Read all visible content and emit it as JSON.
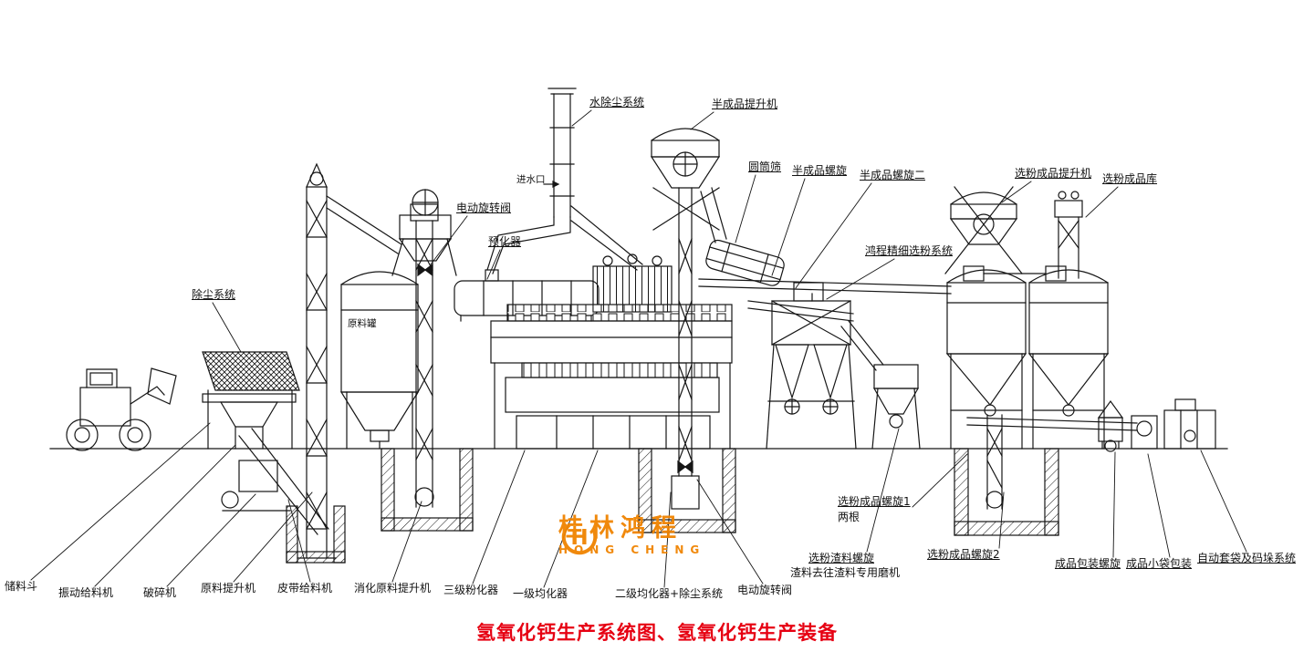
{
  "page": {
    "title": "氢氧化钙生产系统图、氢氧化钙生产装备",
    "title_color": "#e60012",
    "line_color": "#161616",
    "background": "#ffffff"
  },
  "logo": {
    "cn": "桂林鸿程",
    "en": "HONG CHENG",
    "color": "#f08300"
  },
  "labels": {
    "water_dust_system": {
      "text": "水除尘系统"
    },
    "semi_product_elevator": {
      "text": "半成品提升机"
    },
    "water_inlet": {
      "text": "进水口"
    },
    "electric_rotary_valve_top": {
      "text": "电动旋转阀"
    },
    "prehydrator": {
      "text": "预化器"
    },
    "drum_sieve": {
      "text": "圆筒筛"
    },
    "semi_product_screw": {
      "text": "半成品螺旋"
    },
    "semi_product_screw_2": {
      "text": "半成品螺旋二"
    },
    "hongcheng_classifier": {
      "text": "鸿程精细选粉系统"
    },
    "classifier_product_elevator": {
      "text": "选粉成品提升机"
    },
    "classifier_product_silo": {
      "text": "选粉成品库"
    },
    "dust_removal_system": {
      "text": "除尘系统"
    },
    "raw_material_tank": {
      "text": "原料罐"
    },
    "storage_hopper": {
      "text": "储料斗"
    },
    "vibrating_feeder": {
      "text": "振动给料机"
    },
    "crusher": {
      "text": "破碎机"
    },
    "raw_material_elevator": {
      "text": "原料提升机"
    },
    "belt_feeder": {
      "text": "皮带给料机"
    },
    "digestion_elevator": {
      "text": "消化原料提升机"
    },
    "tertiary_pulverizer": {
      "text": "三级粉化器"
    },
    "primary_homogenizer": {
      "text": "一级均化器"
    },
    "secondary_homogenizer": {
      "text": "二级均化器+除尘系统"
    },
    "electric_rotary_valve_bottom": {
      "text": "电动旋转阀"
    },
    "product_screw_1": {
      "text": "选粉成品螺旋1"
    },
    "product_screw_1_note": {
      "text": "两根"
    },
    "reject_screw": {
      "text": "选粉渣料螺旋"
    },
    "reject_note": {
      "text": "渣料去往渣料专用磨机"
    },
    "product_screw_2": {
      "text": "选粉成品螺旋2"
    },
    "packing_screw": {
      "text": "成品包装螺旋"
    },
    "small_bag_packing": {
      "text": "成品小袋包装"
    },
    "auto_bagging": {
      "text": "自动套袋及码垛系统"
    }
  }
}
